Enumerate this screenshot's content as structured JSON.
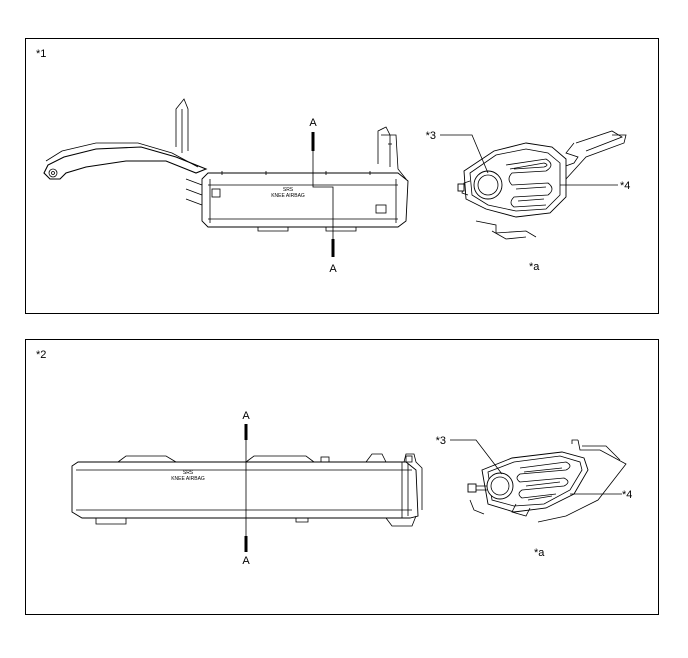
{
  "panels": [
    {
      "id": "*1",
      "section_mark": "A",
      "section_mark_bottom": "A",
      "callout_3": "*3",
      "callout_4": "*4",
      "view_label": "*a",
      "airbag_text_line1": "SRS",
      "airbag_text_line2": "KNEE AIRBAG"
    },
    {
      "id": "*2",
      "section_mark": "A",
      "section_mark_bottom": "A",
      "callout_3": "*3",
      "callout_4": "*4",
      "view_label": "*a",
      "airbag_text_line1": "SRS",
      "airbag_text_line2": "KNEE AIRBAG"
    }
  ]
}
